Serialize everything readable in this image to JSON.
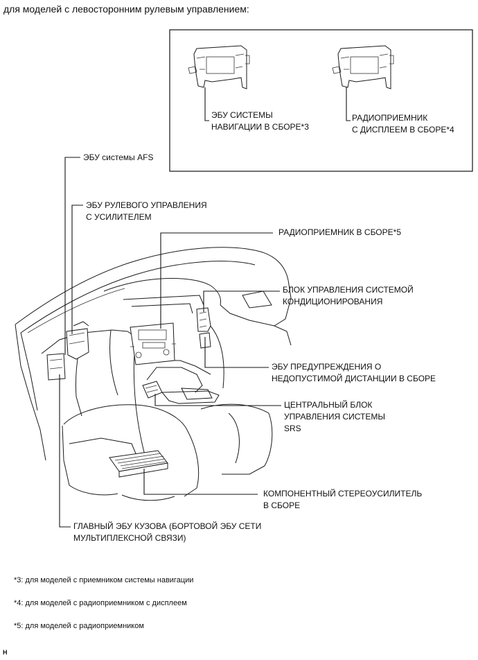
{
  "heading": "для моделей с левосторонним рулевым управлением:",
  "inset": {
    "nav_label": [
      "ЭБУ СИСТЕМЫ",
      "НАВИГАЦИИ В СБОРЕ*3"
    ],
    "radio_display_label": [
      "РАДИОПРИЕМНИК",
      "С ДИСПЛЕЕМ В СБОРЕ*4"
    ]
  },
  "labels": {
    "afs": "ЭБУ системы AFS",
    "eps": [
      "ЭБУ РУЛЕВОГО УПРАВЛЕНИЯ",
      "С УСИЛИТЕЛЕМ"
    ],
    "radio": "РАДИОПРИЕМНИК В СБОРЕ*5",
    "ac": [
      "БЛОК УПРАВЛЕНИЯ СИСТЕМОЙ",
      "КОНДИЦИОНИРОВАНИЯ"
    ],
    "distance": [
      "ЭБУ ПРЕДУПРЕЖДЕНИЯ О",
      "НЕДОПУСТИМОЙ ДИСТАНЦИИ В СБОРЕ"
    ],
    "srs": [
      "ЦЕНТРАЛЬНЫЙ БЛОК",
      "УПРАВЛЕНИЯ СИСТЕМЫ",
      "SRS"
    ],
    "amp": [
      "КОМПОНЕНТНЫЙ СТЕРЕОУСИЛИТЕЛЬ",
      "В СБОРЕ"
    ],
    "body_ecu": [
      "ГЛАВНЫЙ ЭБУ КУЗОВА (БОРТОВОЙ ЭБУ СЕТИ",
      "МУЛЬТИПЛЕКСНОЙ СВЯЗИ)"
    ]
  },
  "footnotes": [
    "*3: для моделей с приемником системы навигации",
    "*4: для моделей с радиоприемником с дисплеем",
    "*5: для моделей с радиоприемником"
  ],
  "corner_mark": "H"
}
